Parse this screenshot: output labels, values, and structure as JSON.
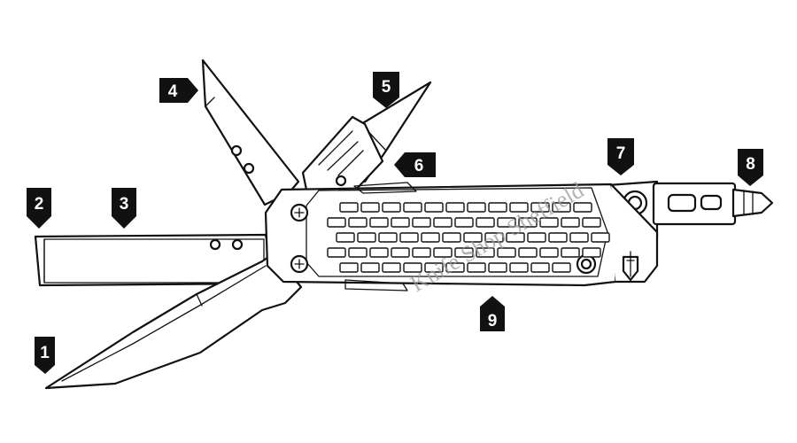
{
  "diagram": {
    "callouts": [
      {
        "id": "1",
        "label": "1"
      },
      {
        "id": "2",
        "label": "2"
      },
      {
        "id": "3",
        "label": "3"
      },
      {
        "id": "4",
        "label": "4"
      },
      {
        "id": "5",
        "label": "5"
      },
      {
        "id": "6",
        "label": "6"
      },
      {
        "id": "7",
        "label": "7"
      },
      {
        "id": "8",
        "label": "8"
      },
      {
        "id": "9",
        "label": "9"
      }
    ],
    "watermark": "Knife Shop Sheffield",
    "colors": {
      "line": "#111111",
      "callout_bg": "#111111",
      "callout_text": "#ffffff",
      "watermark": "#9a9a9a"
    }
  }
}
